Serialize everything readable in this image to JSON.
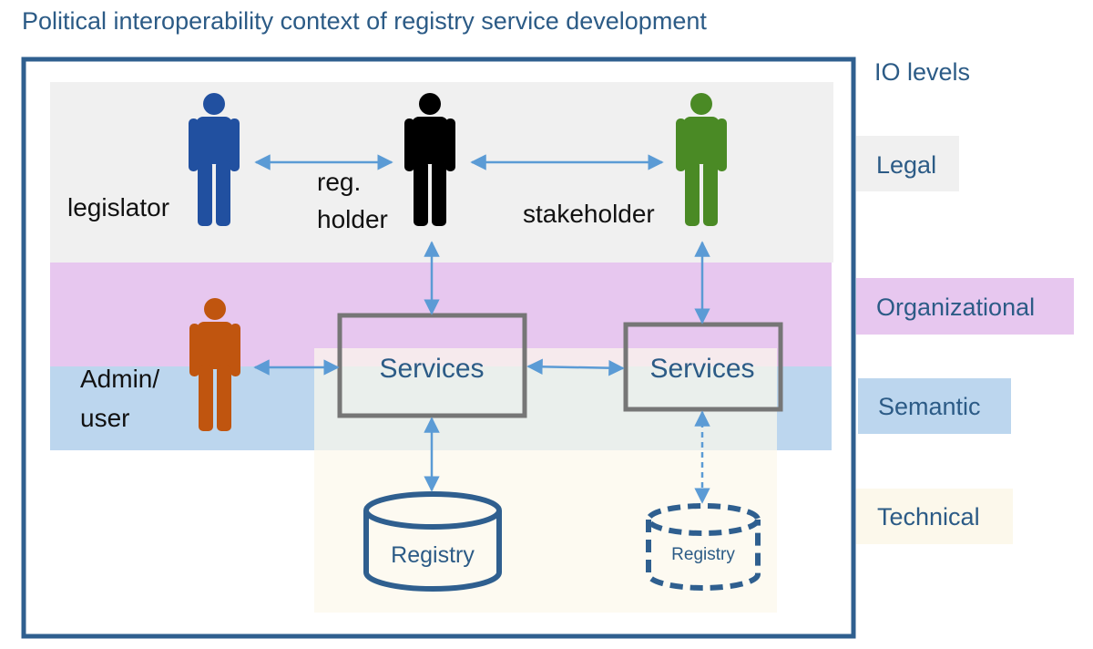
{
  "title": "Political interoperability context of registry service development",
  "io_levels_heading": "IO levels",
  "levels": {
    "legal": "Legal",
    "organizational": "Organizational",
    "semantic": "Semantic",
    "technical": "Technical"
  },
  "actors": {
    "legislator": "legislator",
    "reg_holder_line1": "reg.",
    "reg_holder_line2": "holder",
    "stakeholder": "stakeholder",
    "admin_line1": "Admin/",
    "admin_line2": "user"
  },
  "services": {
    "left": "Services",
    "right": "Services"
  },
  "registries": {
    "left": "Registry",
    "right": "Registry"
  },
  "colors": {
    "frame": "#2f5f8f",
    "legal_band": "#f0f0f0",
    "organizational_band": "#e7c7ef",
    "semantic_band": "#bcd6ee",
    "technical_band": "#fcf8eb",
    "arrow": "#5b9bd5",
    "service_box": "#767676",
    "registry": "#2f5f8f",
    "legislator": "#2150a0",
    "reg_holder": "#000000",
    "stakeholder": "#4a8a25",
    "admin": "#c0550f"
  }
}
